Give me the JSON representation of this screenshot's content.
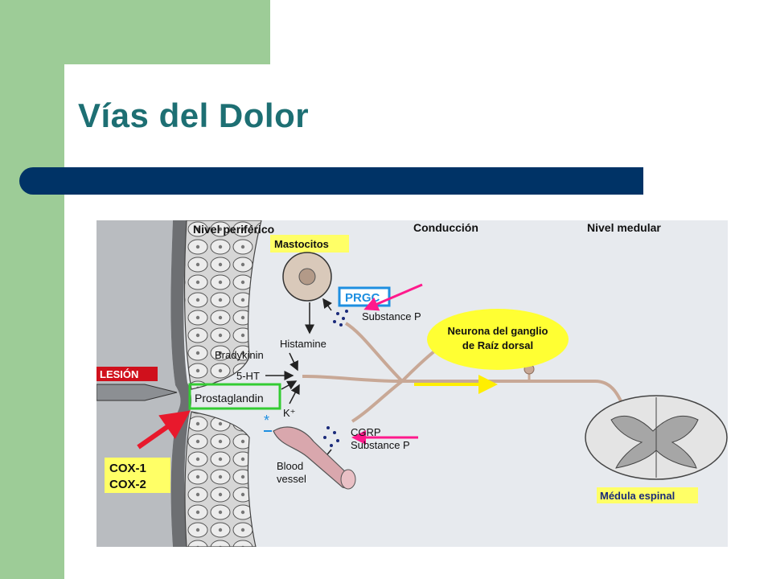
{
  "slide": {
    "title": "Vías del Dolor"
  },
  "diagram": {
    "headers": {
      "peripheral": "Nivel periférico",
      "conduction": "Conducción",
      "spinal": "Nivel medular"
    },
    "labels": {
      "mastocitos": "Mastocitos",
      "prgc": "PRGC",
      "substance_p_top": "Substance P",
      "histamine": "Histamine",
      "bradykinin": "Bradykinin",
      "five_ht": "5-HT",
      "prostaglandin": "Prostaglandin",
      "potassium": "K⁺",
      "lesion": "LESIÓN",
      "cgrp": "CGRP",
      "substance_p_bottom": "Substance P",
      "blood_vessel_1": "Blood",
      "blood_vessel_2": "vessel",
      "cox1": "COX-1",
      "cox2": "COX-2",
      "neuron_1": "Neurona del ganglio",
      "neuron_2": "de Raíz dorsal",
      "medula": "Médula espinal"
    },
    "colors": {
      "highlight_yellow": "#ffff66",
      "prgc_blue": "#1e8fe0",
      "prostaglandin_green": "#33cc33",
      "arrow_red": "#e8192c",
      "arrow_pink": "#ff1a8c",
      "nerve": "#c8a896",
      "lesion_red": "#d0101c"
    }
  }
}
